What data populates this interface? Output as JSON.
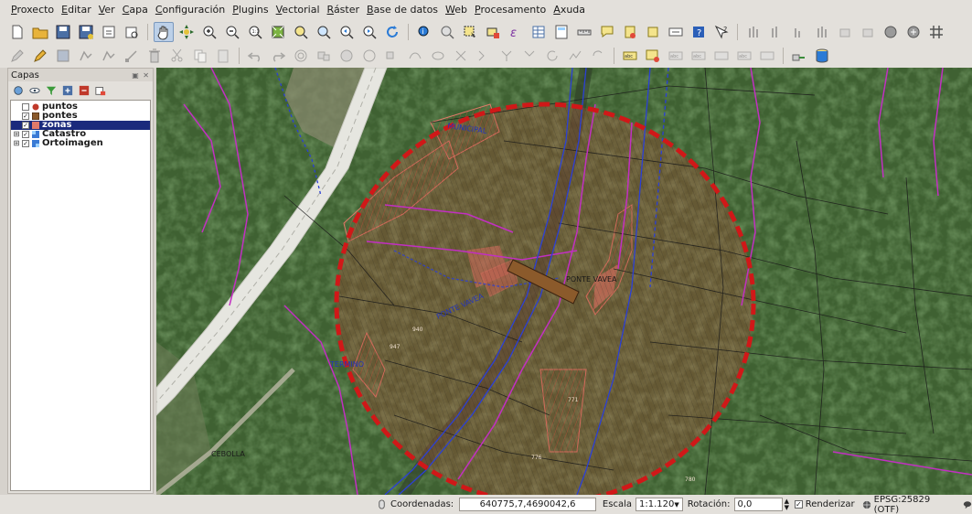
{
  "menu": [
    {
      "label": "Proxecto"
    },
    {
      "label": "Editar"
    },
    {
      "label": "Ver"
    },
    {
      "label": "Capa"
    },
    {
      "label": "Configuración"
    },
    {
      "label": "Plugins"
    },
    {
      "label": "Vectorial"
    },
    {
      "label": "Ráster"
    },
    {
      "label": "Base de datos"
    },
    {
      "label": "Web"
    },
    {
      "label": "Procesamento"
    },
    {
      "label": "Axuda"
    }
  ],
  "layers_panel": {
    "title": "Capas",
    "layers": [
      {
        "name": "puntos",
        "checked": false,
        "expand": ""
      },
      {
        "name": "pontes",
        "checked": true,
        "expand": ""
      },
      {
        "name": "zonas",
        "checked": true,
        "expand": "",
        "selected": true
      },
      {
        "name": "Catastro",
        "checked": true,
        "expand": "⊞"
      },
      {
        "name": "Ortoimagen",
        "checked": true,
        "expand": "⊞"
      }
    ]
  },
  "map": {
    "labels": [
      "MUNICIPAL",
      "PONTE VAVEA",
      "PONTE VAVEA",
      "TERMINO",
      "CEBOLLA"
    ],
    "parcel_numbers": [
      "771",
      "776",
      "947",
      "940",
      "780"
    ]
  },
  "status": {
    "coords_label": "Coordenadas:",
    "coords_value": "640775,7,4690042,6",
    "scale_label": "Escala",
    "scale_value": "1:1.120",
    "rotation_label": "Rotación:",
    "rotation_value": "0,0",
    "render_label": "Renderizar",
    "crs_label": "EPSG:25829 (OTF)"
  },
  "colors": {
    "buffer_stroke": "#d01818",
    "zone_hatch": "#c0392b",
    "bridge_fill": "#8b5a2b",
    "magenta_lines": "#c22fc2",
    "blue_lines": "#2b3fd6",
    "selection": "#1b2a7c"
  }
}
